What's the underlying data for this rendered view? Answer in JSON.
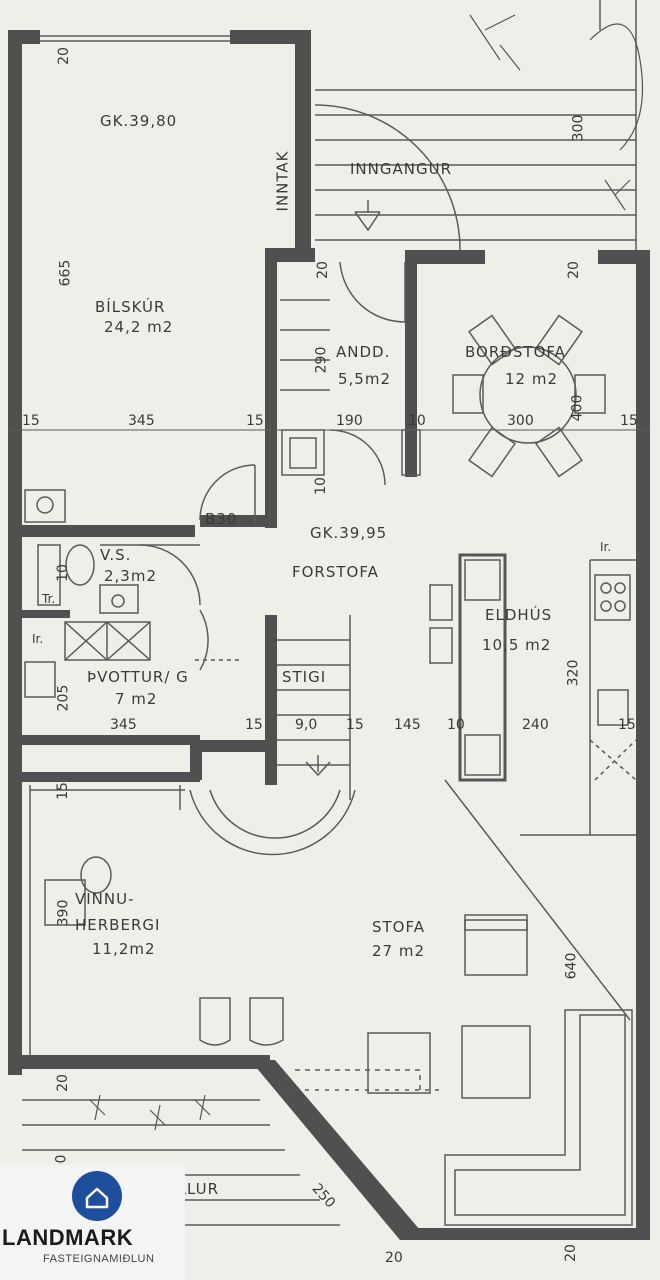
{
  "rooms": {
    "garage": {
      "level": "GK.39,80",
      "name": "BÍLSKÚR",
      "area": "24,2 m2"
    },
    "intake": "INNTAK",
    "entrance": "INNGANGUR",
    "vestibule": {
      "name": "ANDD.",
      "area": "5,5m2"
    },
    "dining": {
      "name": "BORÐSTOFA",
      "area": "12 m2"
    },
    "hall": {
      "level": "GK.39,95",
      "name": "FORSTOFA"
    },
    "wc": {
      "name": "V.S.",
      "area": "2,3m2"
    },
    "kitchen": {
      "name": "ELDHÚS",
      "area": "10,5 m2"
    },
    "laundry": {
      "name": "ÞVOTTUR/ G",
      "area": "7 m2"
    },
    "stairs": "STIGI",
    "study": {
      "name": "VINNU- HERBERGI",
      "area": "11,2m2"
    },
    "living": {
      "name": "STOFA",
      "area": "27 m2"
    },
    "terrace": "LPALLUR",
    "b30": "B30"
  },
  "dims": {
    "d20a": "20",
    "d300": "300",
    "d665": "665",
    "d20b": "20",
    "d20c": "20",
    "d290": "290",
    "d400": "400",
    "d15a": "15",
    "d345a": "345",
    "d15b": "15",
    "d190": "190",
    "d10a": "10",
    "d300b": "300",
    "d15c": "15",
    "d10b": "10",
    "d10c": "10",
    "tr1": "Tr.",
    "tr2": "Ir.",
    "tr3": "Ir.",
    "d320": "320",
    "d205": "205",
    "d345b": "345",
    "d15d": "15",
    "d90": "9,0",
    "d15e": "15",
    "d145": "145",
    "d10d": "10",
    "d240": "240",
    "d15f": "15",
    "d15g": "15",
    "d390": "390",
    "d640": "640",
    "d20d": "20",
    "d250a": "250",
    "d250b": "250",
    "d20e": "20",
    "d20f": "20"
  },
  "logo": {
    "name": "LANDMARK",
    "sub": "FASTEIGNAMIÐLUN"
  },
  "colors": {
    "wall": "#4a4a4a",
    "line": "#5a5a5a",
    "paper": "#efefea",
    "brand": "#1d4f9c"
  }
}
